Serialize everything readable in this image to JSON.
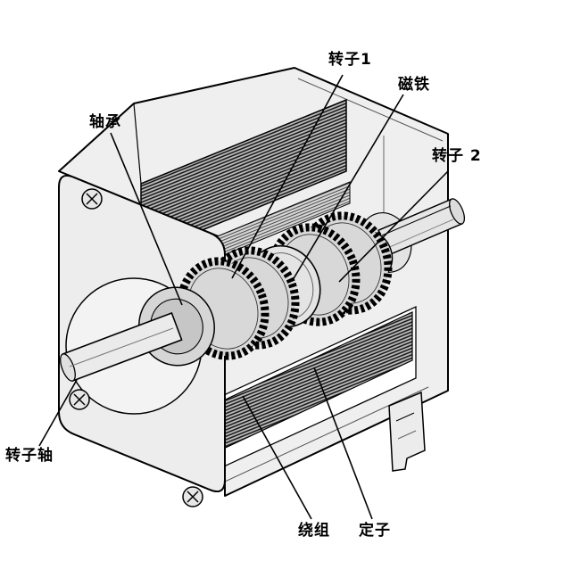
{
  "figure": {
    "title": "stepper-motor-cutaway-diagram",
    "background_color": "#ffffff",
    "line_color": "#000000",
    "casing_fill": "#efefef",
    "coil_hatch_color": "#111111",
    "labels": {
      "rotor1": {
        "text": "转子1"
      },
      "magnet": {
        "text": "磁铁"
      },
      "bearing": {
        "text": "轴承"
      },
      "rotor2": {
        "text": "转子 2"
      },
      "rotor_shaft": {
        "text": "转子轴"
      },
      "winding": {
        "text": "绕组"
      },
      "stator": {
        "text": "定子"
      }
    }
  }
}
